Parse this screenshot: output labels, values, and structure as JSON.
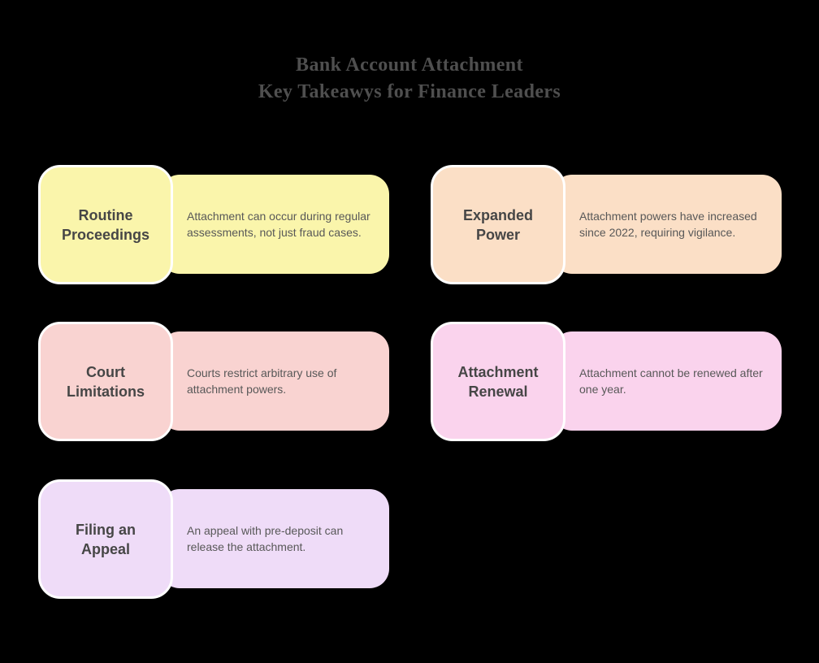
{
  "page": {
    "background": "#000000"
  },
  "title": {
    "line1": "Bank Account Attachment",
    "line2": "Key Takeawys for Finance Leaders",
    "color": "#4f4f4f"
  },
  "text_colors": {
    "card_title": "#464646",
    "card_description": "#585858"
  },
  "cards": [
    {
      "name": "routine-proceedings",
      "title": "Routine\nProceedings",
      "description": "Attachment can occur during regular\nassessments, not just fraud cases.",
      "color": "#faf5ab"
    },
    {
      "name": "expanded-power",
      "title": "Expanded\nPower",
      "description": "Attachment powers have increased\nsince 2022, requiring vigilance.",
      "color": "#fbdfc6"
    },
    {
      "name": "court-limitations",
      "title": "Court\nLimitations",
      "description": "Courts restrict arbitrary use of\nattachment powers.",
      "color": "#f9d3d1"
    },
    {
      "name": "attachment-renewal",
      "title": "Attachment\nRenewal",
      "description": "Attachment cannot be renewed after\none year.",
      "color": "#fad3ed"
    },
    {
      "name": "filing-an-appeal",
      "title": "Filing an\nAppeal",
      "description": "An appeal with pre-deposit can\nrelease the attachment.",
      "color": "#efdcf8"
    }
  ]
}
